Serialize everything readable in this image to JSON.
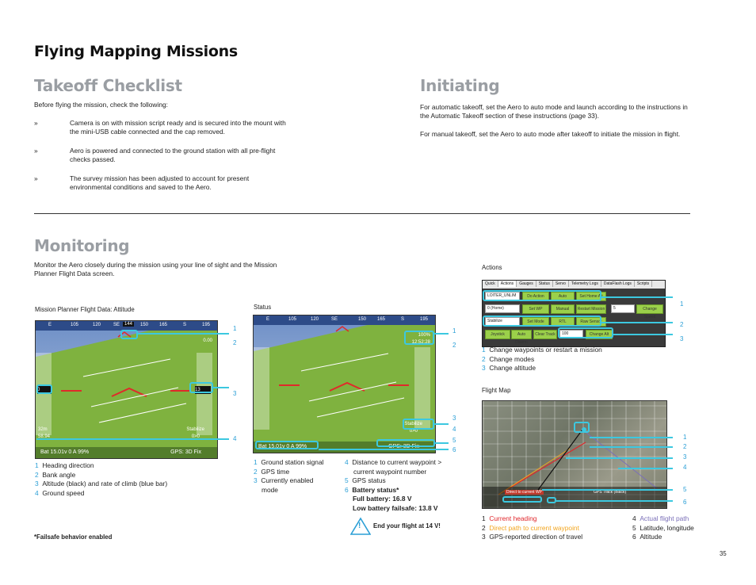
{
  "page": {
    "title": "Flying Mapping Missions",
    "page_number": "35"
  },
  "takeoff": {
    "heading": "Takeoff Checklist",
    "intro": "Before flying the mission, check the following:",
    "bullet": "»",
    "items": [
      "Camera is on with mission script ready and is secured into the mount with the mini-USB cable connected and the cap removed.",
      "Aero is powered and connected to the ground station with all pre-flight checks passed.",
      "The survey mission has been adjusted to account for present environmental conditions and saved to the Aero."
    ]
  },
  "initiating": {
    "heading": "Initiating",
    "p1": "For automatic takeoff, set the Aero to auto mode and launch according to the instructions in the Automatic Takeoff section of these instructions (page 33).",
    "p2": "For manual takeoff, set the Aero to auto mode after takeoff to initiate the mission in flight."
  },
  "monitoring": {
    "heading": "Monitoring",
    "intro": "Monitor the Aero closely during the mission using your line of sight and the Mission Planner Flight Data screen."
  },
  "attitude": {
    "caption": "Mission Planner Flight Data: Attitude",
    "hud": {
      "hdg_ticks": [
        "E",
        "105",
        "120",
        "SE",
        "150",
        "165",
        "S",
        "195"
      ],
      "heading_box": "144",
      "bat": "Bat 15.01v 0 A 99%",
      "gps": "GPS: 3D Fix",
      "mode": "Stabilize",
      "mode_val": "0>0",
      "alt": "13",
      "speed": "58.94",
      "distance": "0.00",
      "wp": "32m"
    },
    "callout_nums": [
      "1",
      "2",
      "3",
      "4"
    ],
    "legend": [
      {
        "n": "1",
        "text": "Heading direction"
      },
      {
        "n": "2",
        "text": "Bank angle"
      },
      {
        "n": "3",
        "text": "Altitude (black) and rate of climb (blue bar)"
      },
      {
        "n": "4",
        "text": "Ground speed"
      }
    ]
  },
  "status": {
    "caption": "Status",
    "hud": {
      "hdg_ticks": [
        "E",
        "105",
        "120",
        "SE",
        "150",
        "165",
        "S",
        "195"
      ],
      "bat": "Bat 15.01v 0 A 99%",
      "gps": "GPS: 3D Fix",
      "mode": "Stabilize",
      "mode_val": "0>0",
      "time": "12:52:28",
      "signal": "100%"
    },
    "callout_nums": [
      "1",
      "2",
      "3",
      "4",
      "5",
      "6"
    ],
    "legend_left": [
      {
        "n": "1",
        "text": "Ground station signal"
      },
      {
        "n": "2",
        "text": "GPS time"
      },
      {
        "n": "3",
        "text": "Currently enabled mode"
      }
    ],
    "legend_right": [
      {
        "n": "4",
        "text": "Distance to current waypoint > current waypoint number"
      },
      {
        "n": "5",
        "text": "GPS status"
      },
      {
        "n": "6",
        "text": "Battery status*"
      }
    ],
    "battery_full": "Full battery: 16.8 V",
    "battery_low": "Low battery failsafe: 13.8 V",
    "warning": "End your flight at 14 V!",
    "warning_glyph": "!"
  },
  "footnote": "*Failsafe behavior enabled",
  "actions": {
    "caption": "Actions",
    "tabs": [
      "Quick",
      "Actions",
      "Gauges",
      "Status",
      "Servo",
      "Telemetry Logs",
      "DataFlash Logs",
      "Scripts"
    ],
    "row1": {
      "select": "LOITER_UNLIM",
      "buttons": [
        "Do Action",
        "Auto",
        "Set Home Alt"
      ]
    },
    "row2": {
      "select": "0 (Home)",
      "buttons": [
        "Set WP",
        "Manual",
        "Restart Mission"
      ],
      "speed": "5",
      "speed_btn": "Change Speed"
    },
    "row3": {
      "select": "Stabilize",
      "buttons": [
        "Set Mode",
        "RTL",
        "Raw Sensor View"
      ]
    },
    "row4": {
      "buttons": [
        "Joystick",
        "Auto Disarm",
        "Clear Track"
      ],
      "alt": "100",
      "alt_btn": "Change Alt"
    },
    "callout_nums": [
      "1",
      "2",
      "3"
    ],
    "legend": [
      {
        "n": "1",
        "text": "Change waypoints or restart a mission"
      },
      {
        "n": "2",
        "text": "Change modes"
      },
      {
        "n": "3",
        "text": "Change altitude"
      }
    ]
  },
  "flightmap": {
    "caption": "Flight Map",
    "map_labels": [
      "Direct to current WP",
      "GPS Track (Black)"
    ],
    "callout_nums": [
      "1",
      "2",
      "3",
      "4",
      "5",
      "6"
    ],
    "legend_left": [
      {
        "n": "1",
        "text": "Current heading",
        "color": "#e0262a"
      },
      {
        "n": "2",
        "text": "Direct path to current waypoint",
        "color": "#f2a51f"
      },
      {
        "n": "3",
        "text": "GPS-reported direction of travel",
        "color": "#222222"
      }
    ],
    "legend_right": [
      {
        "n": "4",
        "text": "Actual flight path",
        "color": "#7a6fb8"
      },
      {
        "n": "5",
        "text": "Latitude, longitude",
        "color": "#222222"
      },
      {
        "n": "6",
        "text": "Altitude",
        "color": "#222222"
      }
    ]
  }
}
